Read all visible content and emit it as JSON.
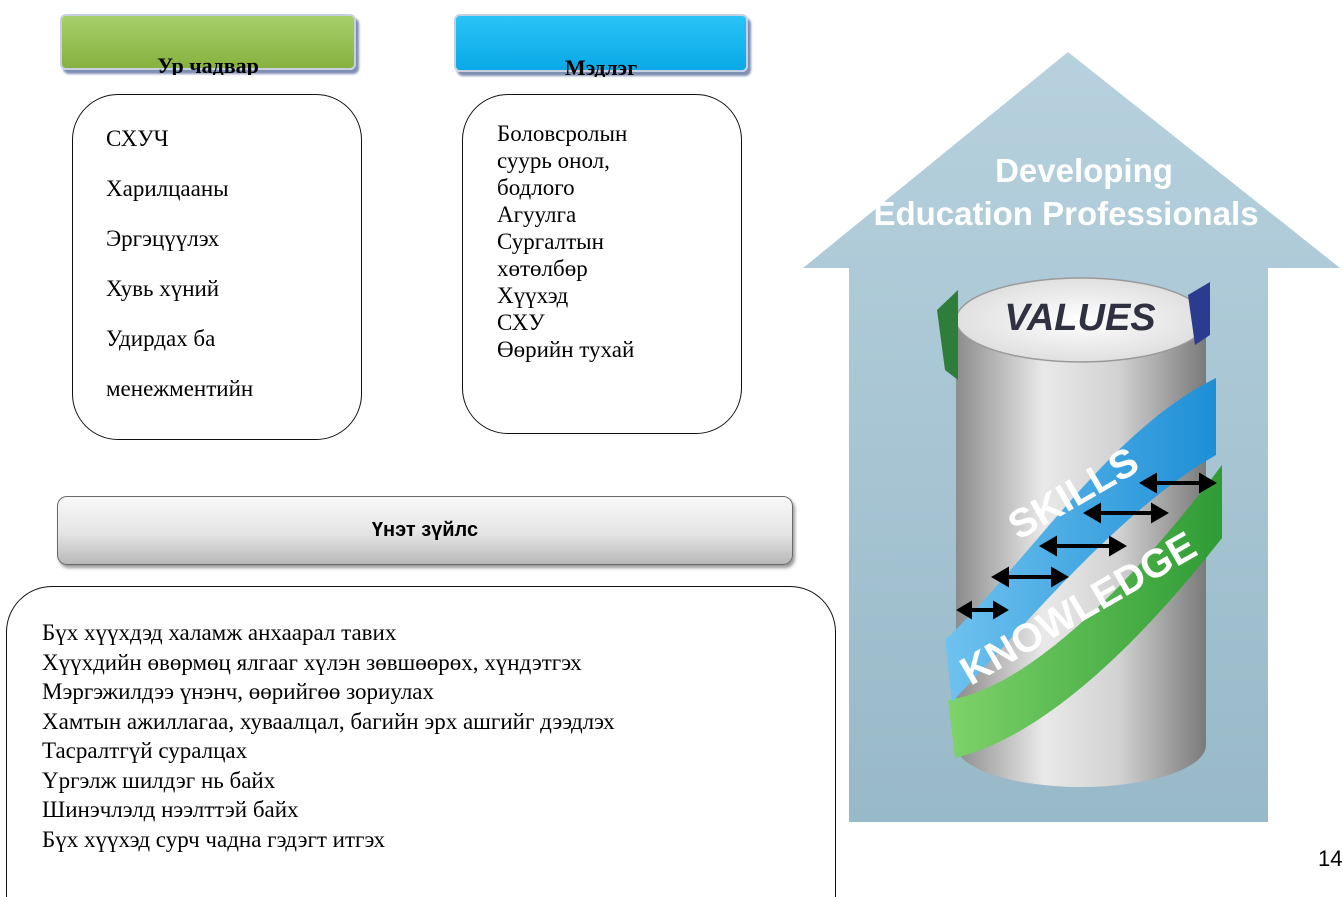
{
  "skills": {
    "title": "Ур чадвар",
    "items": [
      "СХУЧ",
      "Харилцааны",
      "Эргэцүүлэх",
      "Хувь хүний",
      "Удирдах ба",
      "менежментийн"
    ]
  },
  "knowledge": {
    "title": "Мэдлэг",
    "items": [
      "Боловсролын",
      "суурь онол,",
      "бодлого",
      "Агуулга",
      "Сургалтын",
      "хөтөлбөр",
      "Хүүхэд",
      "СХУ",
      "Өөрийн тухай"
    ]
  },
  "values": {
    "title": "Үнэт зүйлс",
    "items": [
      "Бүх хүүхдэд халамж анхаарал тавих",
      "Хүүхдийн өвөрмөц ялгааг хүлэн зөвшөөрөх, хүндэтгэх",
      "Мэргэжилдээ үнэнч, өөрийгөө зориулах",
      "Хамтын ажиллагаа, хуваалцал, багийн эрх ашгийг дээдлэх",
      "Тасралтгүй суралцах",
      "Үргэлж шилдэг нь байх",
      "Шинэчлэлд нээлттэй байх",
      "Бүх хүүхэд сурч чадна гэдэгт итгэх"
    ]
  },
  "graphic": {
    "line1": "Developing",
    "line2": "Education Professionals",
    "values": "VALUES",
    "skills": "SKILLS",
    "knowledge": "KNOWLEDGE"
  },
  "page_number": "14",
  "colors": {
    "skills_header": "#96c14f",
    "knowledge_header": "#15b5ef",
    "arrow": "#a9c7d5",
    "skills_ribbon": "#2fa2dd",
    "knowledge_ribbon": "#3aa83a"
  }
}
